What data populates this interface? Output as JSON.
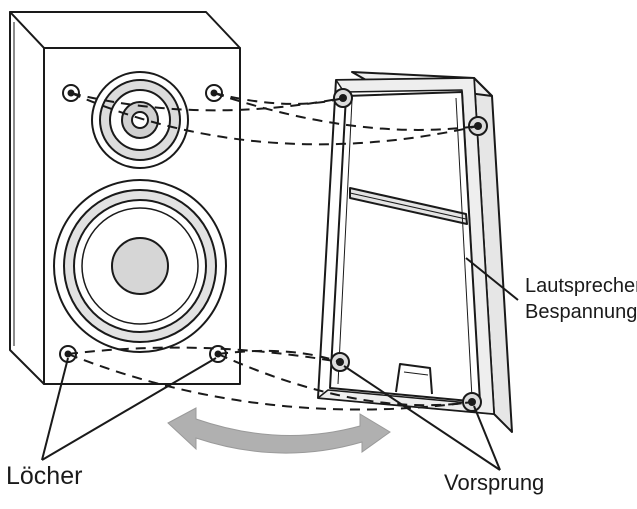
{
  "labels": {
    "holes": "Löcher",
    "grille_line1": "Lautsprecher",
    "grille_line2": "Bespannung",
    "tabs": "Vorsprung"
  },
  "colors": {
    "line": "#1a1a1a",
    "shade": "#d9d9d9",
    "arrow": "#b0b0b0",
    "background": "#ffffff"
  },
  "icons": {
    "arrow": "double-headed-curved-arrow"
  }
}
